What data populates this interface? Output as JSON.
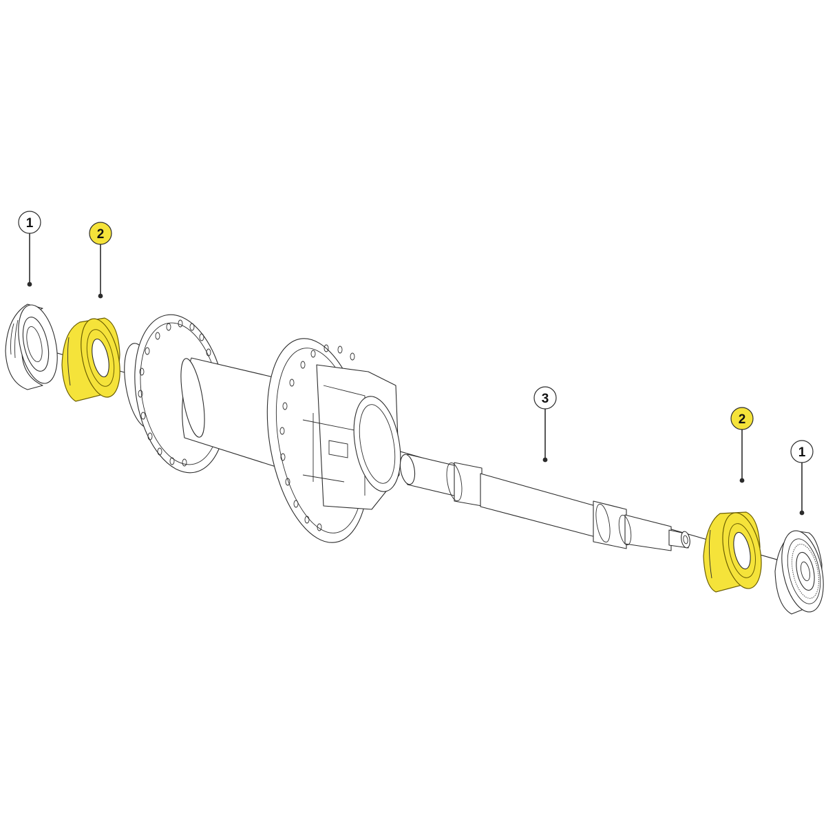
{
  "colors": {
    "line": "#2b2b2b",
    "highlight_fill": "#f5e33a",
    "highlight_stroke": "#6a5d00",
    "callout_plain_fill": "#ffffff",
    "background": "#ffffff"
  },
  "parts": [
    {
      "key": "end-cap-left",
      "icon": "end-cap-icon"
    },
    {
      "key": "bearing-left",
      "icon": "bearing-icon",
      "highlighted": true
    },
    {
      "key": "hub-body",
      "icon": "hub-shell-icon"
    },
    {
      "key": "axle",
      "icon": "axle-icon"
    },
    {
      "key": "bearing-right",
      "icon": "bearing-icon",
      "highlighted": true
    },
    {
      "key": "end-cap-right",
      "icon": "end-cap-icon"
    }
  ],
  "callouts": [
    {
      "key": "end-cap-left",
      "label": "1",
      "highlighted": false
    },
    {
      "key": "bearing-left",
      "label": "2",
      "highlighted": true
    },
    {
      "key": "axle",
      "label": "3",
      "highlighted": false
    },
    {
      "key": "bearing-right",
      "label": "2",
      "highlighted": true
    },
    {
      "key": "end-cap-right",
      "label": "1",
      "highlighted": false
    }
  ]
}
